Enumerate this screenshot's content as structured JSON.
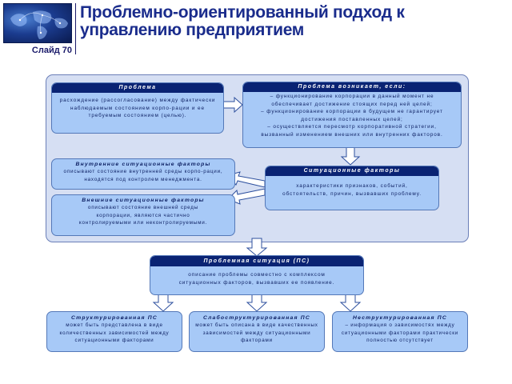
{
  "slide": {
    "number_label": "Слайд 70",
    "title": "Проблемно-ориентированный подход к управлению предприятием"
  },
  "diagram": {
    "problem": {
      "title": "Проблема",
      "text": "расхождение (рассогласование) между фактически наблюдаемым состоянием корпо-рации и ее требуемым состоянием (целью)."
    },
    "problem_arises": {
      "title": "Проблема возникает, если:",
      "lines": [
        "– функционирование корпорации в данный момент не",
        "обеспечивает достижение стоящих перед ней целей;",
        "– функционирование корпорации в будущем не гарантирует",
        "достижения поставленных целей;",
        "– осуществляется пересмотр корпоративной стратегии,",
        "вызванный изменением внешних или внутренних факторов."
      ]
    },
    "internal_factors": {
      "title": "Внутренние ситуационные факторы",
      "text": "описывают состояние внутренней среды корпо-рации, находятся под контролем менеджмента."
    },
    "situational_factors": {
      "title": "Ситуационные факторы",
      "text": "характеристики признаков, событий, обстоятельств, причин, вызвавших проблему."
    },
    "external_factors": {
      "title": "Внешние ситуационные факторы",
      "text": "описывают состояние внешней среды корпорации, являются частично контролируемыми или неконтролируемыми."
    },
    "problem_situation": {
      "title": "Проблемная ситуация (ПС)",
      "text": "описание проблемы совместно с комплексом ситуационных факторов, вызвавших ее появление."
    },
    "structured": {
      "title": "Структурированная ПС",
      "text": "может быть представлена в виде количественных зависимостей между ситуационными факторами"
    },
    "weakly_structured": {
      "title": "Слабоструктурированная ПС",
      "text": "может быть описана в виде качественных зависимостей между ситуационными факторами"
    },
    "unstructured": {
      "title": "Неструктурированная ПС",
      "text": "– информация о зависимостях между ситуационными факторами практически полностью отсутствует"
    }
  },
  "colors": {
    "box_fill": "#a7c9f7",
    "header_fill": "#0a2373",
    "panel_fill": "#d6dff3",
    "title_color": "#1a2c8c"
  }
}
